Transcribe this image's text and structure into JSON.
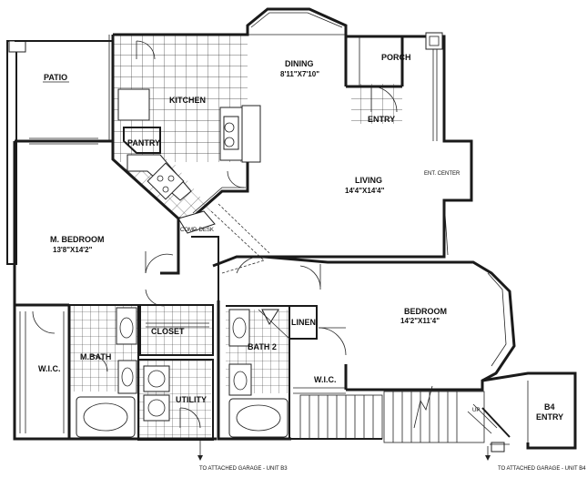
{
  "rooms": {
    "patio": "PATIO",
    "kitchen": "KITCHEN",
    "pantry": "PANTRY",
    "dining": "DINING",
    "dining_dim": "8'11\"X7'10\"",
    "porch": "PORCH",
    "entry": "ENTRY",
    "living": "LIVING",
    "living_dim": "14'4\"X14'4\"",
    "ent_center": "ENT. CENTER",
    "m_bedroom": "M. BEDROOM",
    "m_bedroom_dim": "13'8\"X14'2\"",
    "comp_desk": "COMP. DESK",
    "closet": "CLOSET",
    "linen": "LINEN",
    "bedroom": "BEDROOM",
    "bedroom_dim": "14'2\"X11'4\"",
    "wic_left": "W.I.C.",
    "m_bath": "M.BATH",
    "bath_2": "BATH 2",
    "wic_right": "W.I.C.",
    "utility": "UTILITY",
    "b4_entry_1": "B4",
    "b4_entry_2": "ENTRY",
    "up": "UP"
  },
  "notes": {
    "garage_b3": "TO ATTACHED GARAGE - UNIT B3",
    "garage_b4": "TO ATTACHED GARAGE - UNIT B4"
  }
}
